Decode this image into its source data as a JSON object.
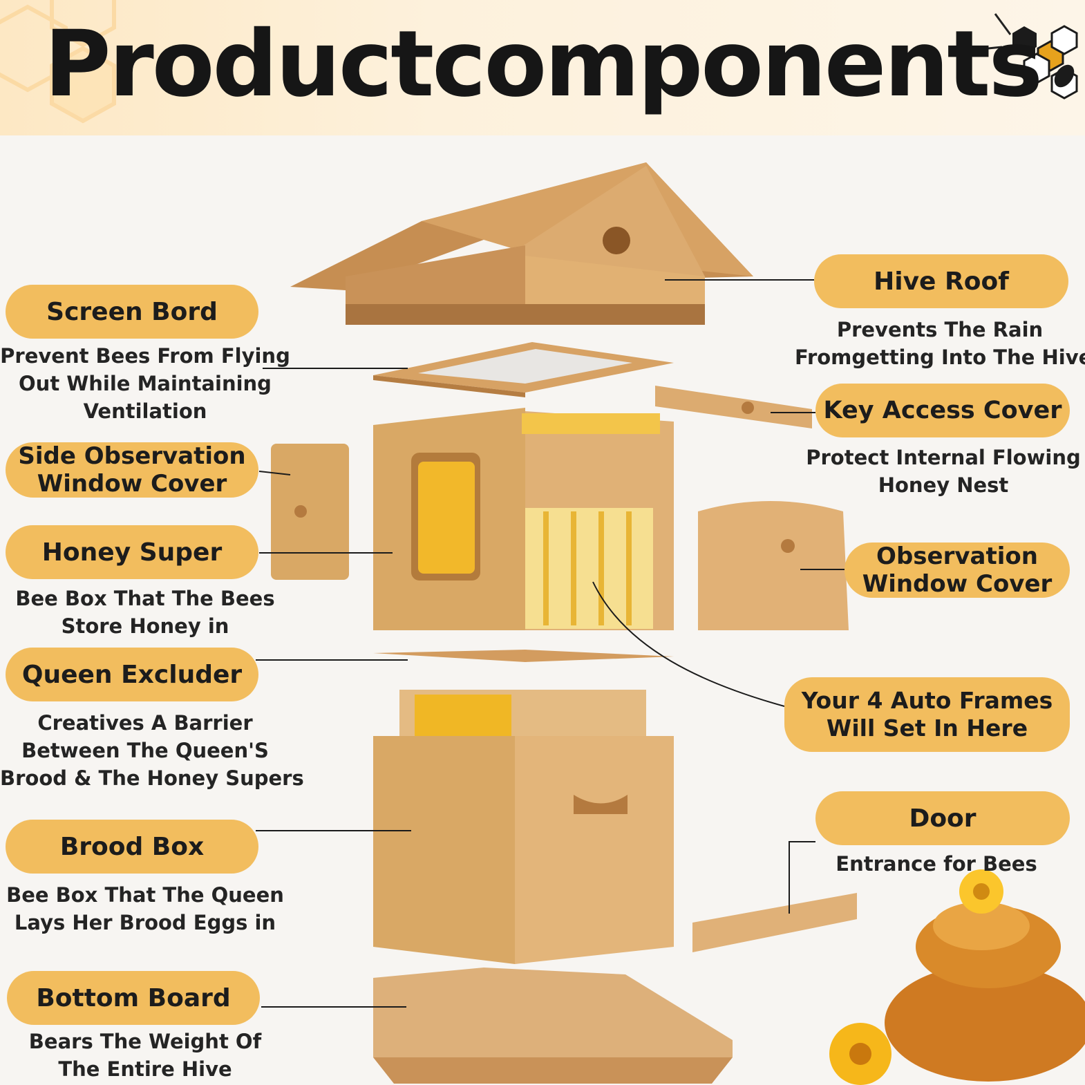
{
  "title": "Productcomponents",
  "colors": {
    "accent": "#f2bd5e",
    "wood": "#d9a865",
    "wood_dark": "#b9844a",
    "honey": "#f0b21f",
    "text": "#1b1b1b"
  },
  "icons": [
    "bee-honeycomb-logo-icon",
    "honeycomb-background-icon"
  ],
  "left_labels": [
    {
      "label": "Screen Bord",
      "description": [
        "Prevent Bees From Flying",
        "Out While Maintaining",
        "Ventilation"
      ]
    },
    {
      "label": [
        "Side Observation",
        "Window Cover"
      ],
      "description": []
    },
    {
      "label": "Honey Super",
      "description": [
        "Bee Box That The Bees",
        "Store Honey in"
      ]
    },
    {
      "label": "Queen Excluder",
      "description": [
        "Creatives A Barrier",
        "Between The Queen'S",
        "Brood & The Honey Supers"
      ]
    },
    {
      "label": "Brood Box",
      "description": [
        "Bee Box That The Queen",
        "Lays Her Brood Eggs in"
      ]
    },
    {
      "label": "Bottom Board",
      "description": [
        "Bears The Weight Of",
        "The Entire Hive"
      ]
    }
  ],
  "right_labels": [
    {
      "label": "Hive Roof",
      "description": [
        "Prevents The Rain",
        "Fromgetting Into The Hive"
      ]
    },
    {
      "label": "Key Access Cover",
      "description": [
        "Protect Internal Flowing",
        "Honey Nest"
      ]
    },
    {
      "label": [
        "Observation",
        "Window Cover"
      ],
      "description": []
    },
    {
      "label": [
        "Your 4 Auto Frames",
        "Will Set In Here"
      ],
      "description": []
    },
    {
      "label": "Door",
      "description": [
        "Entrance for Bees"
      ]
    }
  ]
}
